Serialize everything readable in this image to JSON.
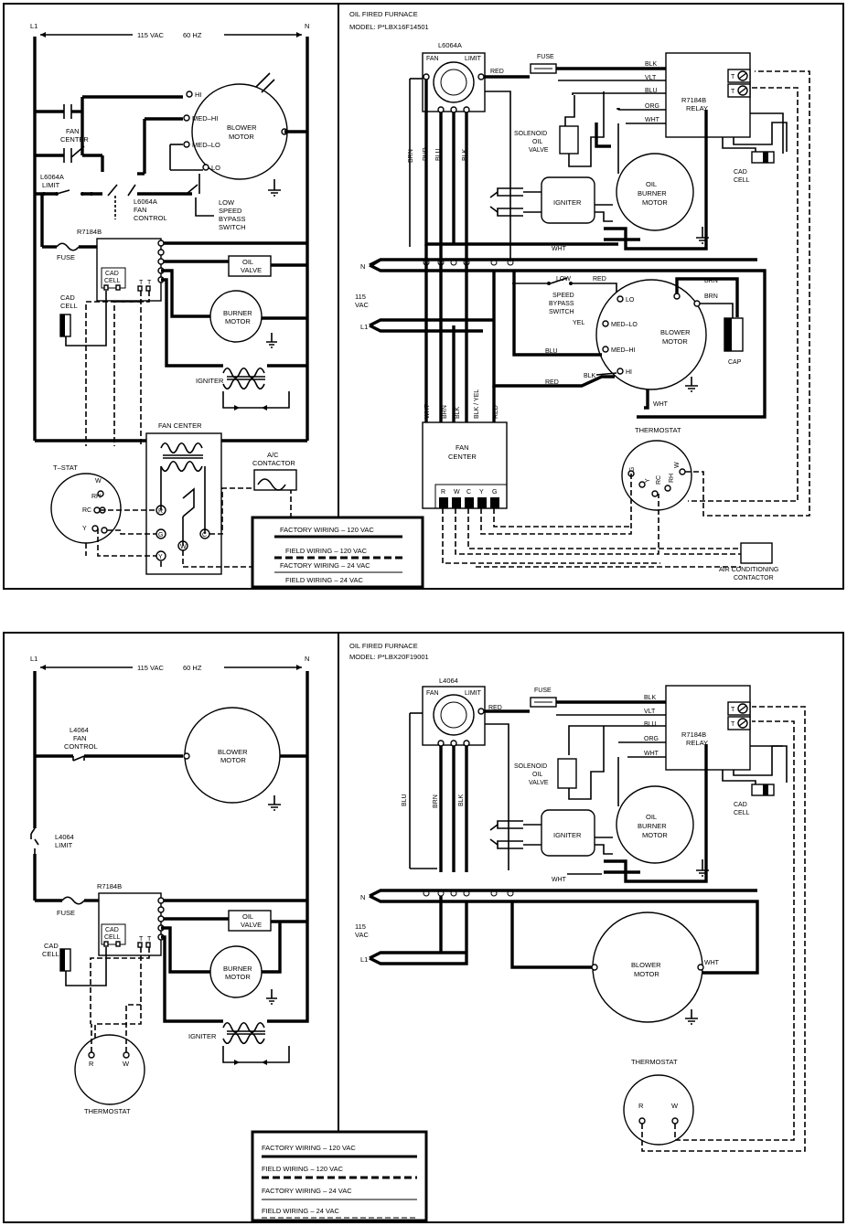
{
  "colors": {
    "ink": "#000000",
    "paper": "#ffffff"
  },
  "top": {
    "ladder": {
      "l1": "L1",
      "n": "N",
      "voltage": "115 VAC",
      "hz": "60 HZ",
      "hi": "HI",
      "med_hi": "MED–HI",
      "med_lo": "MED–LO",
      "lo": "LO",
      "blower_motor": [
        "BLOWER",
        "MOTOR"
      ],
      "fan_center": [
        "FAN",
        "CENTER"
      ],
      "limit": [
        "L6064A",
        "LIMIT"
      ],
      "fan_control": [
        "L6064A",
        "FAN",
        "CONTROL"
      ],
      "bypass_switch": [
        "LOW",
        "SPEED",
        "BYPASS",
        "SWITCH"
      ],
      "relay": "R7184B",
      "fuse": "FUSE",
      "cad_cell_box": [
        "CAD",
        "CELL"
      ],
      "t1": "T",
      "t2": "T",
      "cad_cell": [
        "CAD",
        "CELL"
      ],
      "oil_valve": [
        "OIL",
        "VALVE"
      ],
      "burner_motor": [
        "BURNER",
        "MOTOR"
      ],
      "igniter": "IGNITER",
      "fan_center_box": "FAN CENTER",
      "tstat": "T–STAT",
      "ac_contactor": [
        "A/C",
        "CONTACTOR"
      ],
      "w": "W",
      "rh": "RH",
      "rc": "RC",
      "y": "Y",
      "term_r": "R",
      "term_g": "G",
      "term_w": "W",
      "term_c": "C",
      "term_y": "Y"
    },
    "legend": [
      "FACTORY WIRING – 120 VAC",
      "FIELD WIRING – 120 VAC",
      "FACTORY WIRING – 24 VAC",
      "FIELD WIRING – 24 VAC"
    ],
    "pictorial": {
      "title": "OIL FIRED FURNACE",
      "model": "MODEL: P*LBX16F14501",
      "control": "L6064A",
      "fan": "FAN",
      "limit": "LIMIT",
      "red": "RED",
      "fuse": "FUSE",
      "blk": "BLK",
      "vlt": "VLT",
      "blu": "BLU",
      "org": "ORG",
      "wht": "WHT",
      "relay": [
        "R7184B",
        "RELAY"
      ],
      "t1": "T",
      "t2": "T",
      "cad_cell": [
        "CAD",
        "CELL"
      ],
      "solenoid": [
        "SOLENOID",
        "OIL",
        "VALVE"
      ],
      "igniter": "IGNITER",
      "oil_burner": [
        "OIL",
        "BURNER",
        "MOTOR"
      ],
      "brn": "BRN",
      "pur": "PUR",
      "blu_v": "BLU",
      "blk_v": "BLK",
      "n": "N",
      "vac": [
        "115",
        "VAC"
      ],
      "l1": "L1",
      "bypass": [
        "LOW",
        "SPEED",
        "BYPASS",
        "SWITCH"
      ],
      "red2": "RED",
      "red3": "RED",
      "lo": "LO",
      "yel": "YEL",
      "med_lo": "MED–LO",
      "med_hi": "MED–HI",
      "hi": "HI",
      "blu2": "BLU",
      "blk2": "BLK",
      "brn2": "BRN",
      "brn3": "BRN",
      "wht2": "WHT",
      "wht3": "WHT",
      "blower": [
        "BLOWER",
        "MOTOR"
      ],
      "cap": "CAP",
      "fan_center": [
        "FAN",
        "CENTER"
      ],
      "wires": [
        "WHT",
        "BRN",
        "BLK",
        "BLK / YEL",
        "RED"
      ],
      "terminals": [
        "R",
        "W",
        "C",
        "Y",
        "G"
      ],
      "thermostat": "THERMOSTAT",
      "tstat_g": "G",
      "tstat_y": "Y",
      "tstat_rc": "RC",
      "tstat_rh": "RH",
      "tstat_w": "W",
      "ac": [
        "AIR CONDITIONING",
        "CONTACTOR"
      ]
    }
  },
  "bottom": {
    "ladder": {
      "l1": "L1",
      "n": "N",
      "voltage": "115 VAC",
      "hz": "60 HZ",
      "fan_control": [
        "L4064",
        "FAN",
        "CONTROL"
      ],
      "blower_motor": [
        "BLOWER",
        "MOTOR"
      ],
      "limit": [
        "L4064",
        "LIMIT"
      ],
      "relay": "R7184B",
      "fuse": "FUSE",
      "cad_cell_box": [
        "CAD",
        "CELL"
      ],
      "t1": "T",
      "t2": "T",
      "cad_cell": [
        "CAD",
        "CELL"
      ],
      "oil_valve": [
        "OIL",
        "VALVE"
      ],
      "burner_motor": [
        "BURNER",
        "MOTOR"
      ],
      "igniter": "IGNITER",
      "r": "R",
      "w": "W",
      "thermostat": "THERMOSTAT"
    },
    "legend": [
      "FACTORY WIRING – 120 VAC",
      "FIELD WIRING – 120 VAC",
      "FACTORY WIRING – 24 VAC",
      "FIELD WIRING – 24 VAC"
    ],
    "pictorial": {
      "title": "OIL FIRED FURNACE",
      "model": "MODEL: P*LBX20F19001",
      "control": "L4064",
      "fan": "FAN",
      "limit": "LIMIT",
      "red": "RED",
      "fuse": "FUSE",
      "blk": "BLK",
      "vlt": "VLT",
      "blu": "BLU",
      "org": "ORG",
      "wht": "WHT",
      "relay": [
        "R7184B",
        "RELAY"
      ],
      "t1": "T",
      "t2": "T",
      "cad_cell": [
        "CAD",
        "CELL"
      ],
      "solenoid": [
        "SOLENOID",
        "OIL",
        "VALVE"
      ],
      "igniter": "IGNITER",
      "oil_burner": [
        "OIL",
        "BURNER",
        "MOTOR"
      ],
      "blu_v": "BLU",
      "brn": "BRN",
      "blk_v": "BLK",
      "n": "N",
      "vac": [
        "115",
        "VAC"
      ],
      "l1": "L1",
      "wht2": "WHT",
      "wht3": "WHT",
      "blower": [
        "BLOWER",
        "MOTOR"
      ],
      "thermostat": "THERMOSTAT",
      "tstat_r": "R",
      "tstat_w": "W"
    }
  }
}
